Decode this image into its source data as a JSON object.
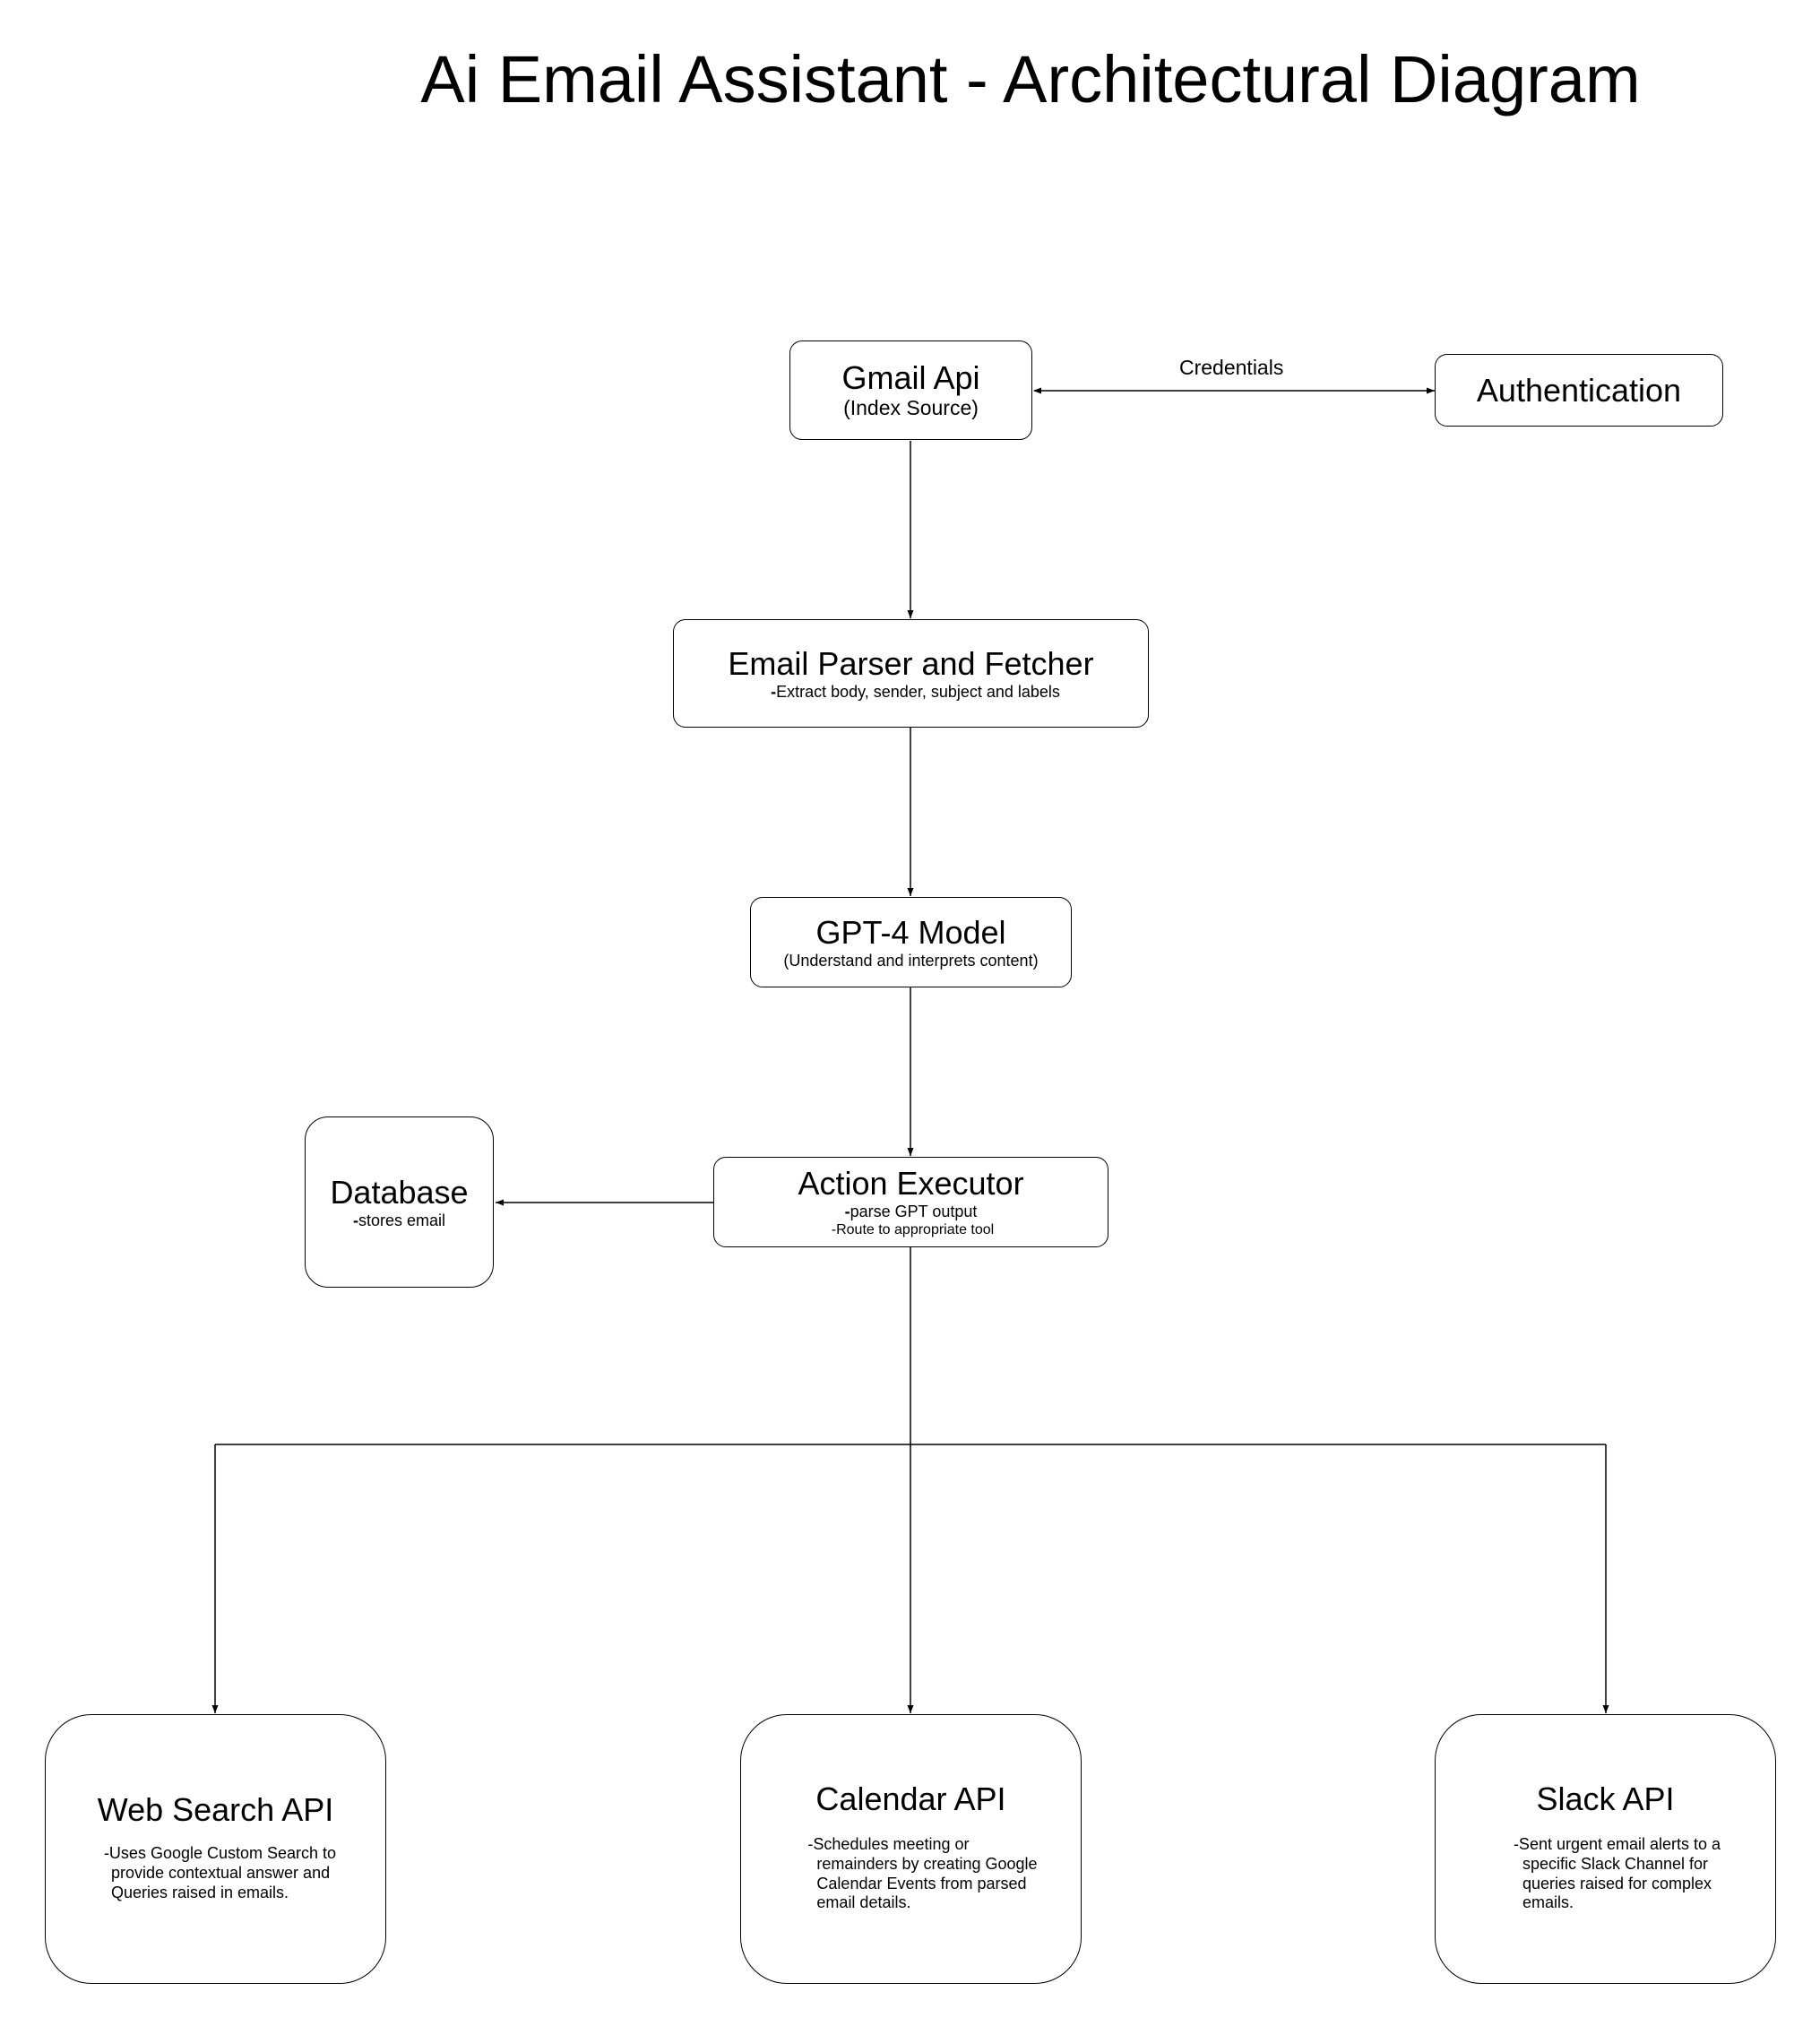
{
  "title": "Ai Email Assistant - Architectural Diagram",
  "nodes": {
    "gmail": {
      "title": "Gmail Api",
      "subtitle": "(Index Source)"
    },
    "auth": {
      "title": "Authentication"
    },
    "parser": {
      "title": "Email Parser and Fetcher",
      "desc": "Extract body, sender, subject and labels"
    },
    "gpt": {
      "title": "GPT-4 Model",
      "desc": "(Understand and interprets content)"
    },
    "executor": {
      "title": "Action Executor",
      "desc1": "parse GPT output",
      "desc2": "-Route to appropriate tool"
    },
    "database": {
      "title": "Database",
      "desc": "stores email"
    },
    "websearch": {
      "title": "Web Search API",
      "desc": [
        "-Uses Google Custom Search to",
        "provide contextual answer and",
        "Queries raised in emails."
      ]
    },
    "calendar": {
      "title": "Calendar API",
      "desc": [
        "-Schedules meeting or",
        "remainders  by creating Google",
        "Calendar Events from parsed",
        "email details."
      ]
    },
    "slack": {
      "title": "Slack API",
      "desc": [
        "-Sent urgent email alerts to a",
        "specific Slack Channel for",
        "queries raised for complex",
        "emails."
      ]
    }
  },
  "edges": {
    "credentials_label": "Credentials"
  }
}
